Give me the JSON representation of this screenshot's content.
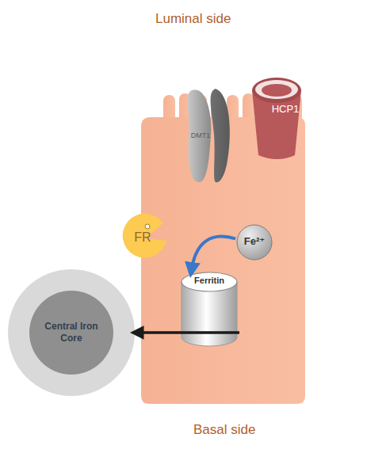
{
  "diagram": {
    "nodes": [
      {
        "text": [
          "DMT1"
        ]
      },
      {
        "text": [
          "HCP1"
        ]
      },
      {
        "text": [
          "FR"
        ]
      },
      {
        "text": [
          "Fe²⁺"
        ]
      },
      {
        "text": [
          "Ferritin"
        ]
      },
      {
        "text": [
          "Central Iron Core"
        ]
      }
    ],
    "edges": [
      {
        "from": 3,
        "to": 4,
        "arrow": "to"
      },
      {
        "from": 4,
        "to": 5,
        "arrow": "to"
      }
    ],
    "labels": [
      "Luminal side",
      "Basal side"
    ]
  }
}
